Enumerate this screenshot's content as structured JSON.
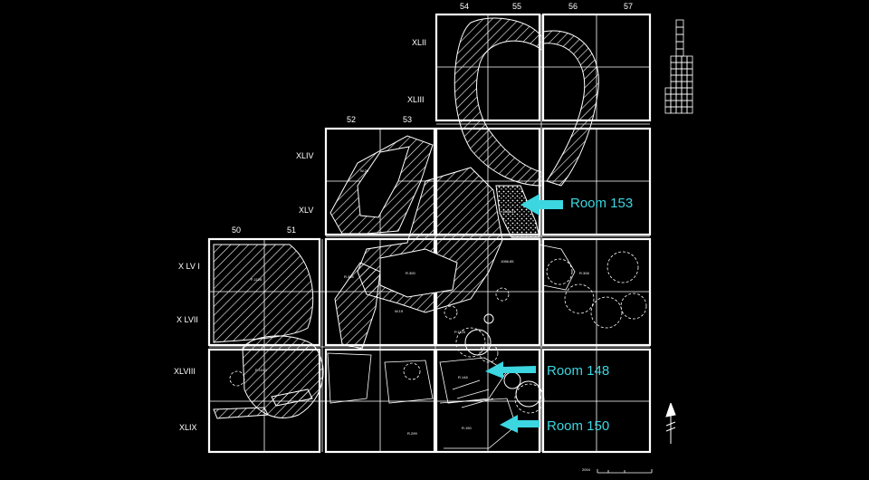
{
  "grid_labels": {
    "columns": [
      "54",
      "55",
      "56",
      "57",
      "52",
      "53",
      "50",
      "51"
    ],
    "rows": [
      "XLII",
      "XLIII",
      "XLIV",
      "XLV",
      "X LV I",
      "X LVII",
      "XLVIII",
      "XLIX"
    ]
  },
  "annotations": [
    {
      "label": "Room 153"
    },
    {
      "label": "Room 148"
    },
    {
      "label": "Room 150"
    }
  ],
  "colors": {
    "background": "#000000",
    "linework": "#ffffff",
    "annotation": "#3bd6e0"
  },
  "scale_label": "2004",
  "symbols": [
    "north-arrow",
    "key-grid",
    "scale-bar"
  ]
}
